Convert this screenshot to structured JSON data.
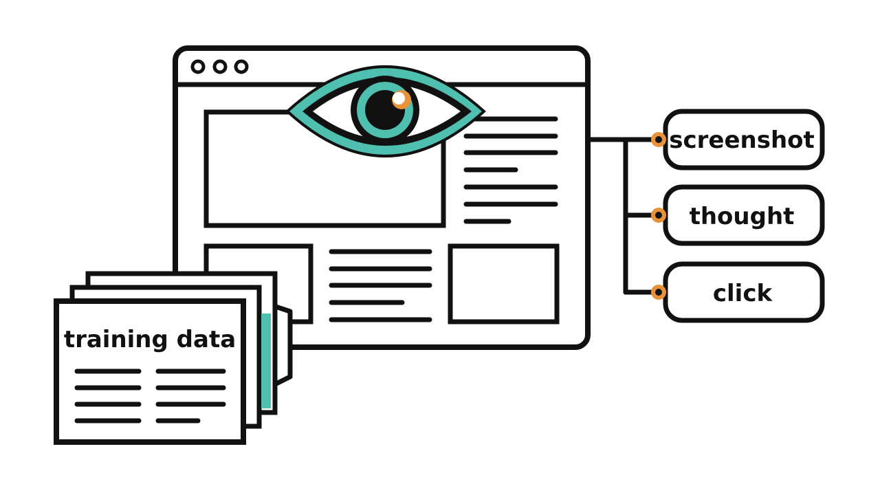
{
  "browser": {
    "dots": 3
  },
  "stack": {
    "label": "training data"
  },
  "outputs": [
    {
      "label": "screenshot"
    },
    {
      "label": "thought"
    },
    {
      "label": "click"
    }
  ],
  "colors": {
    "ink": "#111111",
    "teal": "#4fbfb0",
    "orange": "#e8933a",
    "paper": "#ffffff"
  },
  "icons": [
    "eye-icon",
    "window-dots-icon",
    "document-stack-icon"
  ]
}
